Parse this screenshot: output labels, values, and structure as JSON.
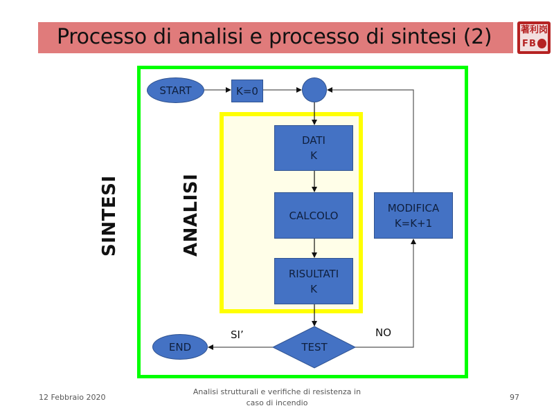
{
  "slide": {
    "title": "Processo di analisi e processo di sintesi (2)",
    "logo": {
      "icon": "institution-seal-icon",
      "chars": [
        "著",
        "利",
        "岗",
        "F",
        "B"
      ]
    },
    "colors": {
      "title_bar": "#e07b7b",
      "synthesis_frame": "#00ff00",
      "analysis_frame": "#ffff00",
      "node_fill": "#4472c4"
    }
  },
  "diagram": {
    "outer_label": "SINTESI",
    "inner_label": "ANALISI",
    "nodes": {
      "start": "START",
      "init": "K=0",
      "dati_line1": "DATI",
      "dati_line2": "K",
      "calcolo": "CALCOLO",
      "risultati_line1": "RISULTATI",
      "risultati_line2": "K",
      "test": "TEST",
      "modifica_line1": "MODIFICA",
      "modifica_line2": "K=K+1",
      "end": "END"
    },
    "edge_labels": {
      "yes": "SI’",
      "no": "NO"
    }
  },
  "footer": {
    "date": "12 Febbraio 2020",
    "subtitle_line1": "Analisi strutturali e verifiche di resistenza in",
    "subtitle_line2": "caso di incendio",
    "page_number": "97"
  }
}
